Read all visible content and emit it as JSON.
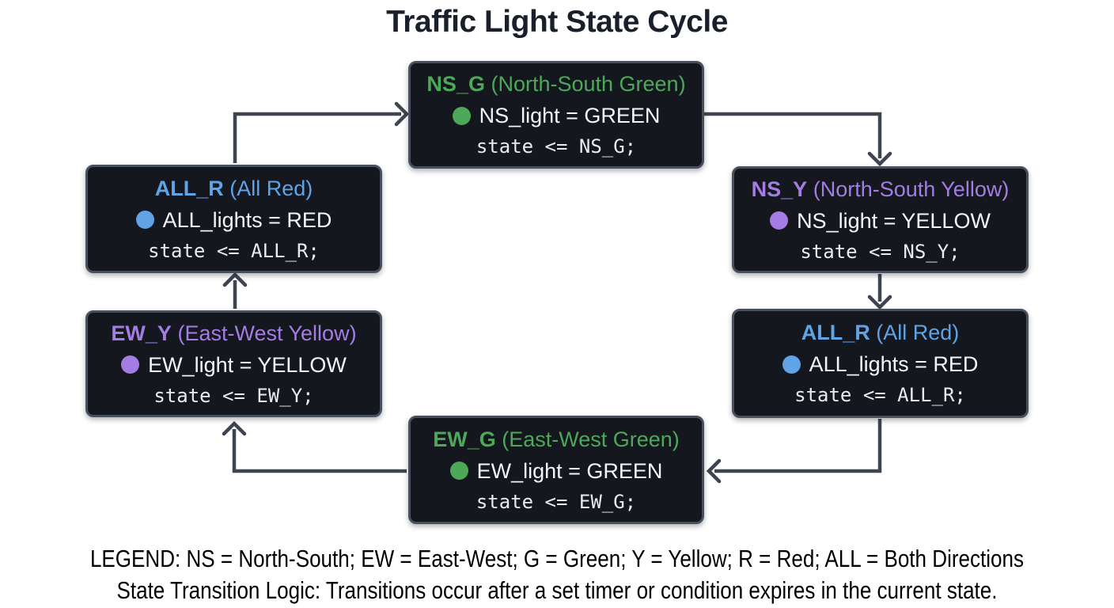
{
  "title": "Traffic Light State Cycle",
  "colors": {
    "green": "#4da85a",
    "yellow_purple": "#a57ce4",
    "red_blue": "#60a3e6",
    "box_bg": "#14181e",
    "box_border": "#48505d",
    "arrow": "#3e4450",
    "body_text": "#f4f5f7",
    "code_text": "#e9ebef",
    "title_text": "#1a202b",
    "legend_text": "#000000"
  },
  "states": [
    {
      "name": "NS_G",
      "label": "(North-South Green)",
      "accent": "green",
      "output": "NS_light = GREEN",
      "code": "state <= NS_G;"
    },
    {
      "name": "NS_Y",
      "label": "(North-South Yellow)",
      "accent": "yellow_purple",
      "output": "NS_light = YELLOW",
      "code": "state <= NS_Y;"
    },
    {
      "name": "ALL_R",
      "label": "(All Red)",
      "accent": "red_blue",
      "output": "ALL_lights = RED",
      "code": "state <= ALL_R;"
    },
    {
      "name": "EW_G",
      "label": "(East-West Green)",
      "accent": "green",
      "output": "EW_light = GREEN",
      "code": "state <= EW_G;"
    },
    {
      "name": "EW_Y",
      "label": "(East-West Yellow)",
      "accent": "yellow_purple",
      "output": "EW_light = YELLOW",
      "code": "state <= EW_Y;"
    },
    {
      "name": "ALL_R",
      "label": "(All Red)",
      "accent": "red_blue",
      "output": "ALL_lights = RED",
      "code": "state <= ALL_R;"
    }
  ],
  "legend": {
    "line1": "LEGEND: NS = North-South; EW = East-West; G = Green; Y = Yellow; R = Red; ALL = Both Directions",
    "line2": "State Transition Logic: Transitions occur after a set timer or condition expires in the current state."
  }
}
